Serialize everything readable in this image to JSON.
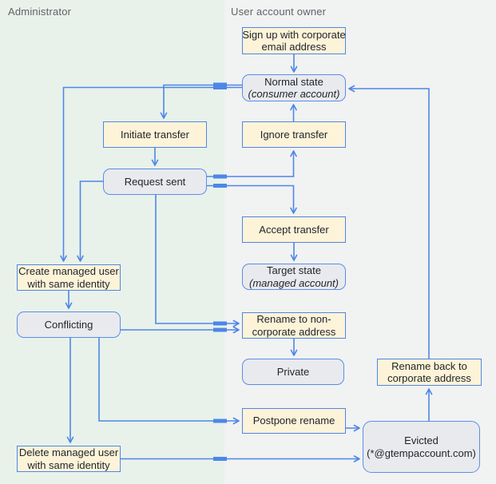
{
  "lanes": {
    "admin": {
      "label": "Administrator"
    },
    "owner": {
      "label": "User account owner"
    }
  },
  "nodes": {
    "signup": {
      "type": "action",
      "lane": "owner",
      "line1": "Sign up with corporate",
      "line2": "email address"
    },
    "normal": {
      "type": "state",
      "lane": "owner",
      "line1": "Normal state",
      "line2": "(consumer account)"
    },
    "initiate": {
      "type": "action",
      "lane": "admin",
      "line1": "Initiate transfer"
    },
    "ignore": {
      "type": "action",
      "lane": "owner",
      "line1": "Ignore transfer"
    },
    "request": {
      "type": "state",
      "lane": "admin",
      "line1": "Request sent"
    },
    "accept": {
      "type": "action",
      "lane": "owner",
      "line1": "Accept transfer"
    },
    "target": {
      "type": "state",
      "lane": "owner",
      "line1": "Target state",
      "line2": "(managed account)"
    },
    "create": {
      "type": "action",
      "lane": "admin",
      "line1": "Create managed user",
      "line2": "with same identity"
    },
    "conflicting": {
      "type": "state",
      "lane": "admin",
      "line1": "Conflicting"
    },
    "rename_non": {
      "type": "action",
      "lane": "owner",
      "line1": "Rename to non-",
      "line2": "corporate address"
    },
    "private": {
      "type": "state",
      "lane": "owner",
      "line1": "Private"
    },
    "rename_back": {
      "type": "action",
      "lane": "owner",
      "line1": "Rename back to",
      "line2": "corporate address"
    },
    "postpone": {
      "type": "action",
      "lane": "owner",
      "line1": "Postpone rename"
    },
    "evicted": {
      "type": "state",
      "lane": "owner",
      "line1": "Evicted",
      "line2": "(*@gtempaccount.com)"
    },
    "delete": {
      "type": "action",
      "lane": "admin",
      "line1": "Delete managed user",
      "line2": "with same identity"
    }
  },
  "edges": [
    {
      "from": "signup",
      "to": "normal"
    },
    {
      "from": "normal",
      "to": "initiate"
    },
    {
      "from": "normal",
      "to": "create"
    },
    {
      "from": "initiate",
      "to": "request"
    },
    {
      "from": "request",
      "to": "create"
    },
    {
      "from": "request",
      "to": "ignore"
    },
    {
      "from": "ignore",
      "to": "normal"
    },
    {
      "from": "request",
      "to": "accept"
    },
    {
      "from": "accept",
      "to": "target"
    },
    {
      "from": "request",
      "to": "rename_non"
    },
    {
      "from": "create",
      "to": "conflicting"
    },
    {
      "from": "conflicting",
      "to": "rename_non"
    },
    {
      "from": "conflicting",
      "to": "delete"
    },
    {
      "from": "conflicting",
      "to": "postpone"
    },
    {
      "from": "rename_non",
      "to": "private"
    },
    {
      "from": "postpone",
      "to": "evicted"
    },
    {
      "from": "delete",
      "to": "evicted"
    },
    {
      "from": "evicted",
      "to": "rename_back"
    },
    {
      "from": "rename_back",
      "to": "normal"
    }
  ],
  "colors": {
    "lane_admin_bg": "#e8f2ea",
    "lane_owner_bg": "#f1f2f2",
    "lane_title_text": "#5f6368",
    "action_fill": "#fdf3d8",
    "state_fill": "#e8eaed",
    "border_blue": "#4e86e8",
    "edge_blue": "#4e86e8",
    "node_text": "#1f2329"
  }
}
